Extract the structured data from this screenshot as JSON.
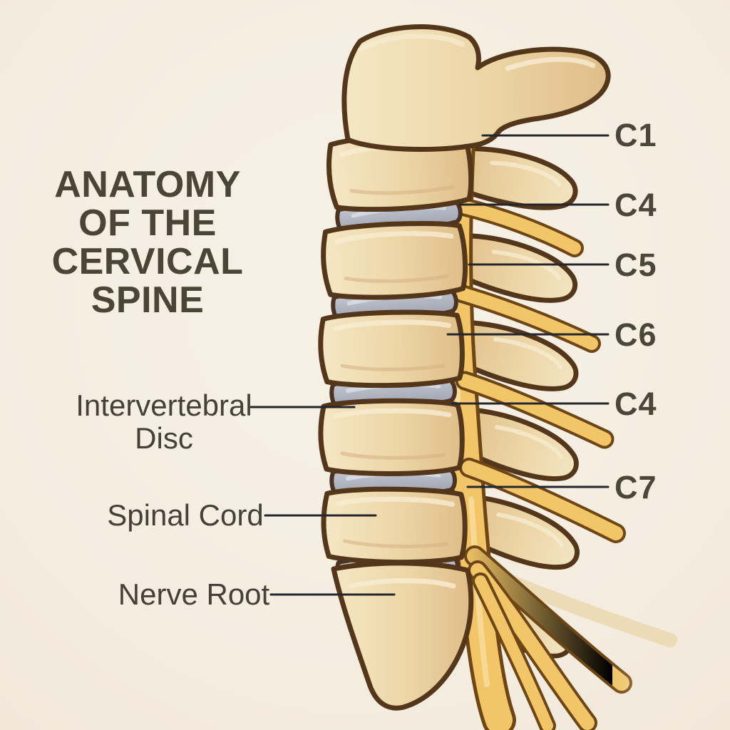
{
  "title": {
    "text": "ANATOMY\nOF THE\nCERVICAL\nSPINE"
  },
  "labels": {
    "left": [
      {
        "text": "Intervertebral Disc"
      },
      {
        "text": "Spinal Cord"
      },
      {
        "text": "Nerve Root"
      }
    ],
    "right": [
      {
        "text": "C1"
      },
      {
        "text": "C4"
      },
      {
        "text": "C5"
      },
      {
        "text": "C6"
      },
      {
        "text": "C4"
      },
      {
        "text": "C7"
      }
    ]
  },
  "figure": {
    "name": "cervical-spine-lateral-view-illustration"
  },
  "colors": {
    "background": "#f5eee2",
    "bone": "#ecd5a6",
    "bone_outline": "#54361b",
    "disc": "#b1b5c0",
    "nerve": "#f2c568",
    "text": "#4a4537",
    "leader_line": "#23262c"
  }
}
